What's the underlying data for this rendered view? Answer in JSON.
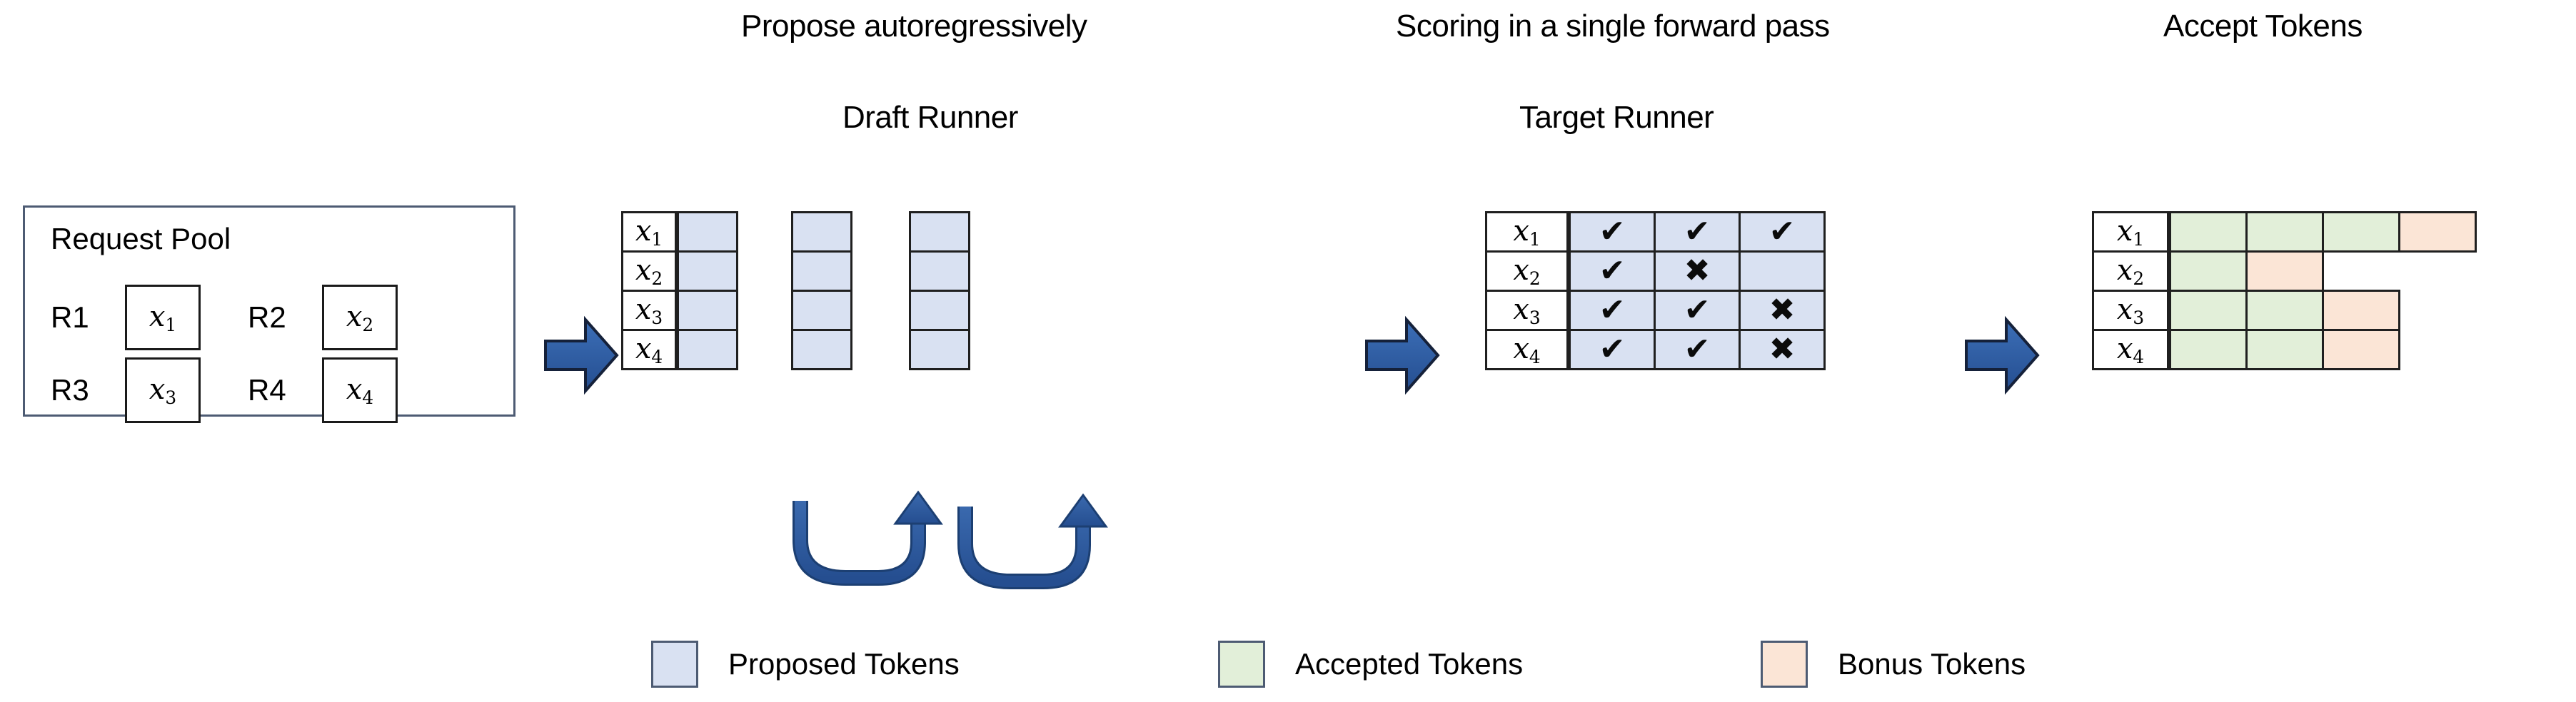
{
  "titles": {
    "propose": "Propose autoregressively",
    "draft_runner": "Draft Runner",
    "scoring": "Scoring in a single forward pass",
    "target_runner": "Target Runner",
    "accept": "Accept Tokens"
  },
  "request_pool": {
    "title": "Request Pool",
    "requests": [
      {
        "label": "R1",
        "token": "x",
        "index": "1"
      },
      {
        "label": "R2",
        "token": "x",
        "index": "2"
      },
      {
        "label": "R3",
        "token": "x",
        "index": "3"
      },
      {
        "label": "R4",
        "token": "x",
        "index": "4"
      }
    ]
  },
  "row_labels": [
    {
      "token": "x",
      "index": "1"
    },
    {
      "token": "x",
      "index": "2"
    },
    {
      "token": "x",
      "index": "3"
    },
    {
      "token": "x",
      "index": "4"
    }
  ],
  "draft_runner": {
    "steps": 3,
    "rows": 4,
    "cell_state": "proposed"
  },
  "target_runner": {
    "columns": 3,
    "rows": [
      {
        "label": "x1",
        "marks": [
          "check",
          "check",
          "check"
        ]
      },
      {
        "label": "x2",
        "marks": [
          "check",
          "cross",
          "none"
        ]
      },
      {
        "label": "x3",
        "marks": [
          "check",
          "check",
          "cross"
        ]
      },
      {
        "label": "x4",
        "marks": [
          "check",
          "check",
          "cross"
        ]
      }
    ],
    "glyphs": {
      "check": "✔",
      "cross": "✖",
      "none": ""
    }
  },
  "accept_tokens": {
    "rows": [
      {
        "label": "x1",
        "cells": [
          "accepted",
          "accepted",
          "accepted",
          "bonus"
        ]
      },
      {
        "label": "x2",
        "cells": [
          "accepted",
          "bonus"
        ]
      },
      {
        "label": "x3",
        "cells": [
          "accepted",
          "accepted",
          "bonus"
        ]
      },
      {
        "label": "x4",
        "cells": [
          "accepted",
          "accepted",
          "bonus"
        ]
      }
    ]
  },
  "legend": [
    {
      "label": "Proposed Tokens",
      "color": "#d9e1f2"
    },
    {
      "label": "Accepted Tokens",
      "color": "#e2efd9"
    },
    {
      "label": "Bonus Tokens",
      "color": "#fbe5d6"
    }
  ],
  "colors": {
    "proposed": "#d9e1f2",
    "accepted": "#e2efd9",
    "bonus": "#fbe5d6",
    "arrow_blue": "#2e5fa3",
    "arrow_blue_dark": "#1f3f73",
    "border": "#1f1f1f",
    "pool_border": "#4d5b73",
    "background": "#ffffff"
  }
}
